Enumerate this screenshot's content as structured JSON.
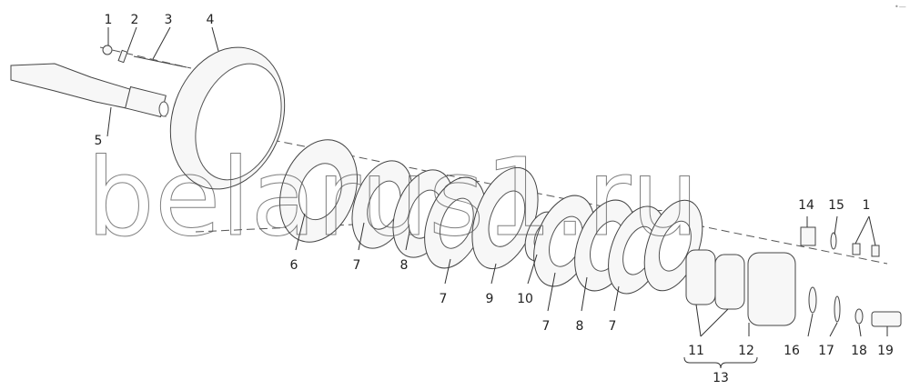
{
  "diagram": {
    "watermark": "belarus1.ru",
    "corner_mark": "•—",
    "callouts": [
      {
        "id": "c1",
        "text": "1"
      },
      {
        "id": "c2",
        "text": "2"
      },
      {
        "id": "c3",
        "text": "3"
      },
      {
        "id": "c4",
        "text": "4"
      },
      {
        "id": "c5",
        "text": "5"
      },
      {
        "id": "c6",
        "text": "6"
      },
      {
        "id": "c7a",
        "text": "7"
      },
      {
        "id": "c8a",
        "text": "8"
      },
      {
        "id": "c7b",
        "text": "7"
      },
      {
        "id": "c9",
        "text": "9"
      },
      {
        "id": "c10",
        "text": "10"
      },
      {
        "id": "c7c",
        "text": "7"
      },
      {
        "id": "c8b",
        "text": "8"
      },
      {
        "id": "c7d",
        "text": "7"
      },
      {
        "id": "c11",
        "text": "11"
      },
      {
        "id": "c12",
        "text": "12"
      },
      {
        "id": "c13",
        "text": "13"
      },
      {
        "id": "c14",
        "text": "14"
      },
      {
        "id": "c15",
        "text": "15"
      },
      {
        "id": "c1b",
        "text": "1"
      },
      {
        "id": "c16",
        "text": "16"
      },
      {
        "id": "c17",
        "text": "17"
      },
      {
        "id": "c18",
        "text": "18"
      },
      {
        "id": "c19",
        "text": "19"
      }
    ]
  }
}
